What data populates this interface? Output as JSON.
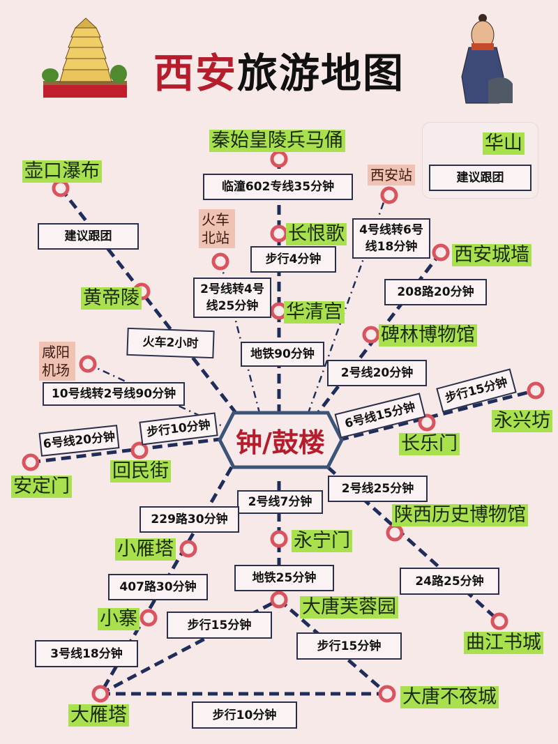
{
  "title": {
    "part1": "西安",
    "part2": "旅游地图"
  },
  "decor": {
    "left_icon": "pagoda-icon",
    "right_icon": "terracotta-warrior-icon"
  },
  "colors": {
    "title_red": "#b51c2c",
    "line": "#1f2d5a",
    "node": "#d9545e",
    "place_bg": "#a8e04e",
    "station_bg": "#f0c2b4",
    "background": "#f6e9e8",
    "mountain": "#d06a20"
  },
  "hub": {
    "label": "钟/鼓楼"
  },
  "legend": {
    "place": "华山",
    "note": "建议跟团",
    "icon": "mountain-triangle-icon"
  },
  "places": {
    "terracotta": "秦始皇陵兵马俑",
    "hukou": "壶口瀑布",
    "changhen": "长恨歌",
    "huangdi": "黄帝陵",
    "huaqing": "华清宫",
    "citywall": "西安城墙",
    "beilin": "碑林博物馆",
    "yongxing": "永兴坊",
    "changle": "长乐门",
    "anding": "安定门",
    "huimin": "回民街",
    "shaanxi_museum": "陕西历史博物馆",
    "yongning": "永宁门",
    "small_goose": "小雁塔",
    "xiaozhai": "小寨",
    "furong": "大唐芙蓉园",
    "qujiang": "曲江书城",
    "big_goose": "大雁塔",
    "datang": "大唐不夜城"
  },
  "stations": {
    "north_station": "火车北站",
    "xian_station": "西安站",
    "xianyang_airport": "咸阳机场"
  },
  "routes": {
    "lintong602": "临潼602专线35分钟",
    "hukou_tour": "建议跟团",
    "walk4": "步行4分钟",
    "line4to6": "4号线转6号线18分钟",
    "line2to4": "2号线转4号线25分钟",
    "bus208": "208路20分钟",
    "train2h": "火车2小时",
    "metro90": "地铁90分钟",
    "line2_20": "2号线20分钟",
    "line10to2": "10号线转2号线90分钟",
    "walk15_east": "步行15分钟",
    "line6_15": "6号线15分钟",
    "walk10_west": "步行10分钟",
    "line6_20": "6号线20分钟",
    "line2_25": "2号线25分钟",
    "line2_7": "2号线7分钟",
    "bus229": "229路30分钟",
    "metro25": "地铁25分钟",
    "bus407": "407路30分钟",
    "bus24": "24路25分钟",
    "walk15_sw": "步行15分钟",
    "walk15_se": "步行15分钟",
    "line3_18": "3号线18分钟",
    "walk10_south": "步行10分钟"
  }
}
